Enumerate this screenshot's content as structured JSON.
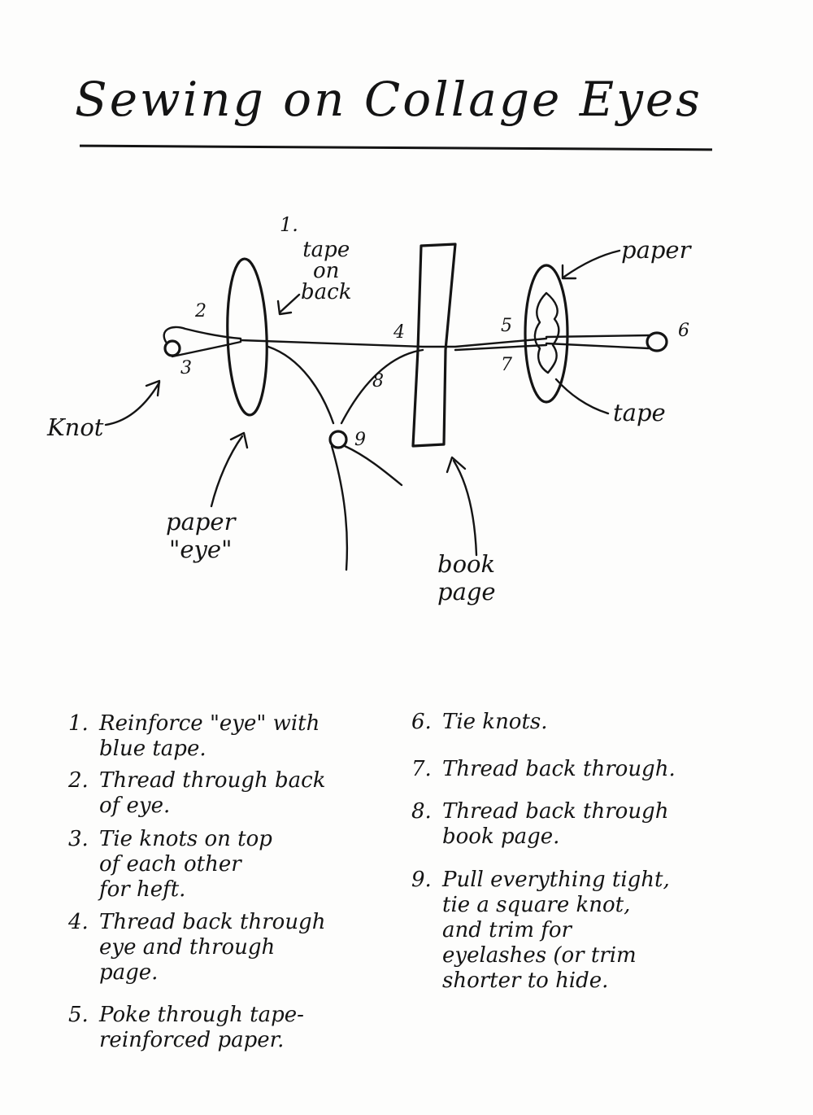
{
  "title": "Sewing on Collage Eyes",
  "labels": {
    "tape_number": "1.",
    "tape_on_back": "tape\non\nback",
    "paper_top": "paper",
    "knot": "Knot",
    "paper_eye": "paper\n\"eye\"",
    "book_page": "book\npage",
    "tape": "tape"
  },
  "thread_numbers": [
    "2",
    "3",
    "4",
    "5",
    "6",
    "7",
    "8",
    "9"
  ],
  "steps_left": [
    {
      "num": "1.",
      "text": "Reinforce \"eye\" with\nblue tape."
    },
    {
      "num": "2.",
      "text": "Thread through back\nof eye."
    },
    {
      "num": "3.",
      "text": "Tie knots on top\nof each other\nfor heft."
    },
    {
      "num": "4.",
      "text": "Thread back through\neye and through\npage."
    },
    {
      "num": "5.",
      "text": "Poke through tape-\nreinforced paper."
    }
  ],
  "steps_right": [
    {
      "num": "6.",
      "text": "Tie knots."
    },
    {
      "num": "7.",
      "text": "Thread back through."
    },
    {
      "num": "8.",
      "text": "Thread back through\nbook page."
    },
    {
      "num": "9.",
      "text": "Pull everything tight,\ntie a square knot,\nand trim for\neyelashes (or trim\nshorter to hide."
    }
  ],
  "colors": {
    "ink": "#141414",
    "paper": "#fdfdfc"
  }
}
